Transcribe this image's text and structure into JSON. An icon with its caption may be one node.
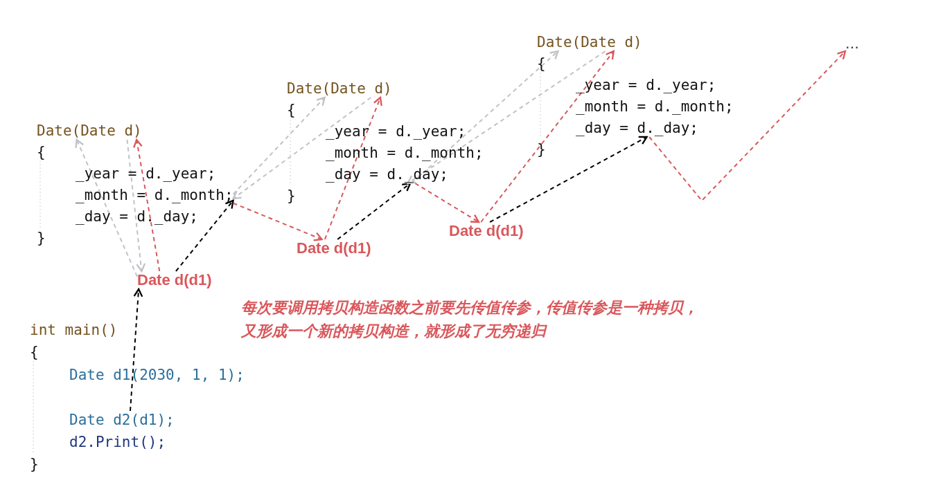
{
  "diagram": {
    "nodes": [
      {
        "text": [
          "Date(Date d)"
        ]
      },
      {
        "text": [
          "{"
        ]
      },
      {
        "text": [
          "_year = d._year;"
        ]
      },
      {
        "text": [
          "_month = d._month;"
        ]
      },
      {
        "text": [
          "_day = d._day;"
        ]
      },
      {
        "text": [
          "}"
        ]
      },
      {
        "text": [
          "Date(Date d)"
        ]
      },
      {
        "text": [
          "{"
        ]
      },
      {
        "text": [
          "_year = d._year;"
        ]
      },
      {
        "text": [
          "_month = d._month;"
        ]
      },
      {
        "text": [
          "_day = d._day;"
        ]
      },
      {
        "text": [
          "}"
        ]
      },
      {
        "text": [
          "Date(Date d)"
        ]
      },
      {
        "text": [
          "{"
        ]
      },
      {
        "text": [
          "_year = d._year;"
        ]
      },
      {
        "text": [
          "_month = d._month;"
        ]
      },
      {
        "text": [
          "_day = d._day;"
        ]
      },
      {
        "text": [
          "}"
        ]
      },
      {
        "text": [
          "…"
        ]
      },
      {
        "text": [
          "Date d(d1)"
        ]
      },
      {
        "text": [
          "Date d(d1)"
        ]
      },
      {
        "text": [
          "Date d(d1)"
        ]
      },
      {
        "text": [
          "int main()"
        ]
      },
      {
        "text": [
          "{"
        ]
      },
      {
        "text": [
          "Date d1(2030, 1, 1);"
        ]
      },
      {
        "text": [
          "Date d2(d1);"
        ]
      },
      {
        "text": [
          "d2.Print();"
        ]
      },
      {
        "text": [
          "}"
        ]
      }
    ],
    "edges": [
      {
        "from": 25,
        "to": 19,
        "arrow": "to",
        "style": "dashed",
        "color": "#000000"
      },
      {
        "from": 19,
        "to": 0,
        "arrow": "to",
        "style": "dashed"
      },
      {
        "from": 19,
        "to": 0,
        "arrow": "to",
        "style": "dashed",
        "color": "#c0c2c6"
      },
      {
        "from": 0,
        "to": 19,
        "arrow": "to",
        "style": "dashed",
        "color": "#c0c2c6"
      },
      {
        "from": 19,
        "to": 3,
        "arrow": "to",
        "style": "dashed",
        "color": "#000000"
      },
      {
        "from": 3,
        "to": 20,
        "arrow": "to",
        "style": "dashed"
      },
      {
        "from": 20,
        "to": 6,
        "arrow": "to",
        "style": "dashed"
      },
      {
        "from": 3,
        "to": 6,
        "arrow": "to",
        "style": "dashed",
        "color": "#c0c2c6"
      },
      {
        "from": 6,
        "to": 3,
        "arrow": "to",
        "style": "dashed",
        "color": "#c0c2c6"
      },
      {
        "from": 20,
        "to": 10,
        "arrow": "to",
        "style": "dashed",
        "color": "#000000"
      },
      {
        "from": 10,
        "to": 21,
        "arrow": "to",
        "style": "dashed"
      },
      {
        "from": 21,
        "to": 12,
        "arrow": "to",
        "style": "dashed"
      },
      {
        "from": 10,
        "to": 12,
        "arrow": "to",
        "style": "dashed",
        "color": "#c0c2c6"
      },
      {
        "from": 12,
        "to": 10,
        "arrow": "to",
        "style": "dashed",
        "color": "#c0c2c6"
      },
      {
        "from": 21,
        "to": 16,
        "arrow": "to",
        "style": "dashed",
        "color": "#000000"
      },
      {
        "from": 16,
        "to": 18,
        "arrow": "to",
        "style": "dashed"
      }
    ],
    "labels": [
      "每次要调用拷贝构造函数之前要先传值传参，传值传参是一种拷贝，又形成一个新的拷贝构造，就形成了无穷递归"
    ]
  }
}
